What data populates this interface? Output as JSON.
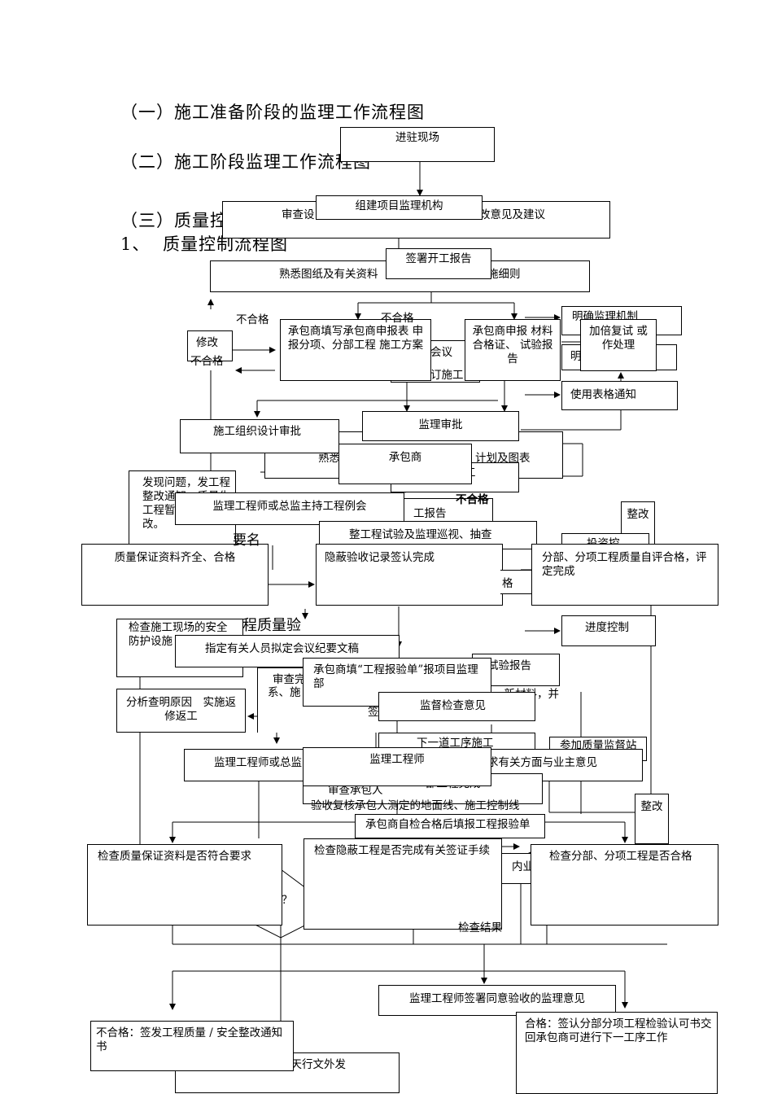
{
  "headings": {
    "h1": "（一）施工准备阶段的监理工作流程图",
    "h2": "（二）施工阶段监理工作流程图",
    "h3": "（三）质量控",
    "h4_num": "1、",
    "h4": "质量控制流程图"
  },
  "boxes": {
    "enter_site": "进驻现场",
    "review_design": "审查设",
    "review_design_tail": "改意见及建议",
    "build_org": "组建项目监理机构",
    "familiarize": "熟悉图纸及有关资料",
    "familiarize_tail": "施细则",
    "sign_start": "签署开工报告",
    "contractor_fill": "承包商填写承包商申报表 申报分项、分部工程 施工方案",
    "contractor_report": "承包商申报 材料合格证、 试验报告",
    "define_mech": "明确监理机制",
    "double_check": "加倍复试 或作处理",
    "define_tail": "明",
    "use_forms": "使用表格通知",
    "modify": "修改",
    "org_design_approve": "施工组织设计审批",
    "supervisor_approve": "监理审批",
    "contractor": "承包商",
    "found_problem": "发现问题，发工程整改通知，质量失工程暂停，要求整改。",
    "meeting": "监理工程师或总监主持工程例会",
    "rectify1": "整改",
    "rectify_test": "整工程试验及监理巡视、抽查",
    "invest_ctrl": "投资控",
    "quality_doc": "质量保证资料齐全、合格",
    "hidden_accept": "隐蔽验收记录签认完成",
    "subitem_eval": "分部、分项工程质量自评合格，评定完成",
    "safety_check": "检查施工现场的安全防护设施",
    "designate": "指定有关人员拟定会议纪要文稿",
    "progress_ctrl": "进度控制",
    "report_sheet": "承包商填“工程报验单”报项目监理部",
    "test_report": "试验报告",
    "analyze": "分析查明原因　实施返修返工",
    "next_process": "下一道工序施工",
    "join_quality": "参加质量监督站",
    "chief_or": "监理工程师或总监",
    "supervisor_eng": "监理工程师",
    "collect_opinion": "求有关方面与业主意见",
    "rectify2": "整改",
    "self_check": "承包商自检合格后填报工程报验单",
    "check_quality_doc": "检查质量保证资料是否符合要求",
    "check_hidden": "检查隐蔽工程是否完成有关签证手续",
    "internal": "内业",
    "check_subitem": "检查分部、分项工程是否合格",
    "sign_opinion": "监理工程师签署同意验收的监理意见",
    "fail_notice": "不合格：签发工程质量 / 安全整改通知书",
    "pass_cert": "合格：签认分部分项工程检验认可书交回承包商可进行下一工序工作",
    "two_day": "二天行文外发"
  },
  "labels": {
    "fail1": "不合格",
    "fail2": "不合格",
    "fail3": "不合格",
    "fail4": "不合格",
    "meeting_frag": "会议",
    "ding_frag": "订施工",
    "familiar2": "熟悉",
    "plan_frag": "计划及图表",
    "gong_frag": "工",
    "report_frag": "工报告",
    "ge_frag": "格",
    "yao_frag": "要名",
    "cheng_frag": "程质量验",
    "review_frag": "审查完",
    "sys_frag": "系、施",
    "qian_frag": "签",
    "newmat_frag": "、新材料，并",
    "supervise_frag": "监督检查意见",
    "review_contractor": "审查承包人",
    "verify_line": "验收复核承包人测定的地面线、施工控制线",
    "finish_frag": "部工程完成",
    "question": "？",
    "check_result": "检查结果"
  }
}
